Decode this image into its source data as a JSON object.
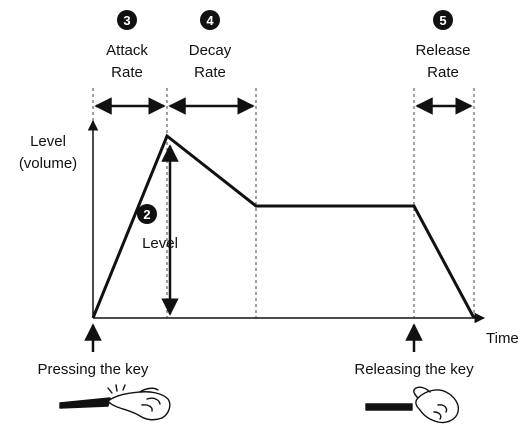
{
  "labels": {
    "attack_rate": [
      "Attack",
      "Rate"
    ],
    "decay_rate": [
      "Decay",
      "Rate"
    ],
    "release_rate": [
      "Release",
      "Rate"
    ],
    "level_axis": [
      "Level",
      "(volume)"
    ],
    "level_marker": "Level",
    "time_axis": "Time",
    "pressing": "Pressing the key",
    "releasing": "Releasing the key"
  },
  "markers": {
    "attack": "3",
    "decay": "4",
    "release": "5",
    "level": "2"
  },
  "colors": {
    "line": "#111111",
    "marker_fill": "#111111",
    "dashed": "#444444"
  },
  "icons": {
    "pressing": "finger-pressing-key-icon",
    "releasing": "finger-releasing-key-icon"
  }
}
